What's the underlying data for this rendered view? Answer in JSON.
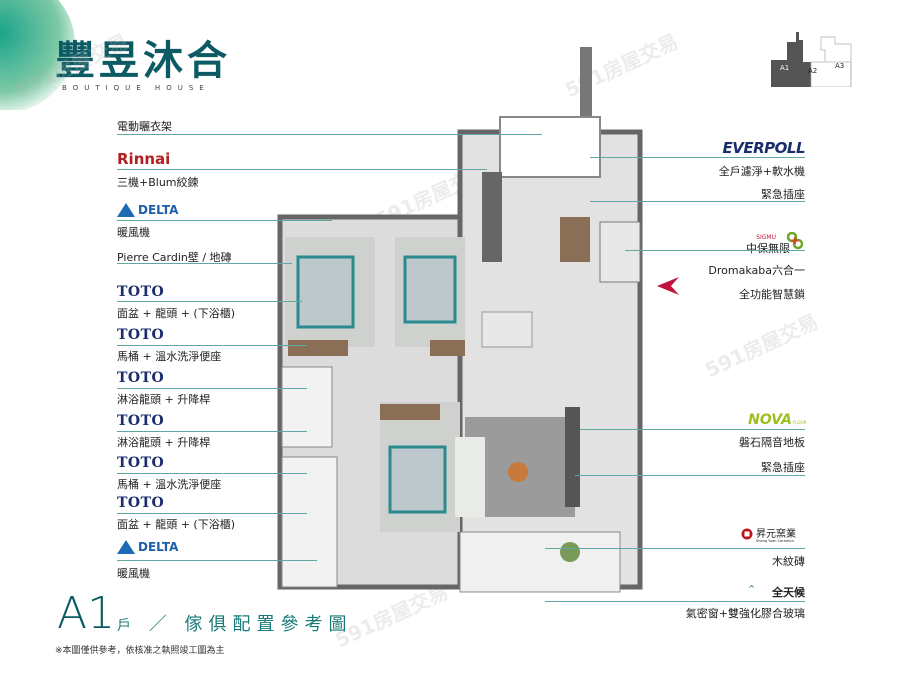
{
  "brand": {
    "title": "豐昱沐合",
    "subtitle": "BOUTIQUE HOUSE"
  },
  "key_plan": {
    "units": [
      "A1",
      "A2",
      "A3"
    ],
    "highlight": "A1"
  },
  "left_labels": [
    {
      "brand": "",
      "text": "電動曬衣架"
    },
    {
      "brand": "Rinnai",
      "text": "三機+Blum絞鍊"
    },
    {
      "brand": "DELTA",
      "text": "暖風機"
    },
    {
      "brand": "",
      "text": "Pierre Cardin壁 / 地磚"
    },
    {
      "brand": "TOTO",
      "text": "面盆 + 龍頭 + (下浴櫃)"
    },
    {
      "brand": "TOTO",
      "text": "馬桶 + 溫水洗淨便座"
    },
    {
      "brand": "TOTO",
      "text": "淋浴龍頭 + 升降桿"
    },
    {
      "brand": "TOTO",
      "text": "淋浴龍頭 + 升降桿"
    },
    {
      "brand": "TOTO",
      "text": "馬桶 + 溫水洗淨便座"
    },
    {
      "brand": "TOTO",
      "text": "面盆 + 龍頭 + (下浴櫃)"
    },
    {
      "brand": "DELTA",
      "text": "暖風機"
    }
  ],
  "right_labels": [
    {
      "brand": "EVERPOLL",
      "text": "全戶濾淨+軟水機"
    },
    {
      "brand": "",
      "text": "緊急插座"
    },
    {
      "brand": "中保無限",
      "brand_small": "SIGMU",
      "text": "Dromakaba六合一",
      "text2": "全功能智慧鎖"
    },
    {
      "brand": "NOVA",
      "brand_small": "FLOOR",
      "text": "磐石隔音地板"
    },
    {
      "brand": "",
      "text": "緊急插座"
    },
    {
      "brand": "昇元窯業",
      "brand_small": "Sheng Yuan Ceramics",
      "text": "木紋磚"
    },
    {
      "brand": "全天候",
      "text": "氣密窗+雙強化膠合玻璃"
    }
  ],
  "caption": {
    "unit": "A1",
    "suffix": "戶",
    "title": "／ 傢俱配置參考圖",
    "note": "※本圖僅供參考，依核准之執照竣工圖為主"
  },
  "watermark": "591房屋交易",
  "colors": {
    "teal": "#0c5a63",
    "line": "#5fa9a2",
    "entry_arrow": "#c0143c"
  }
}
